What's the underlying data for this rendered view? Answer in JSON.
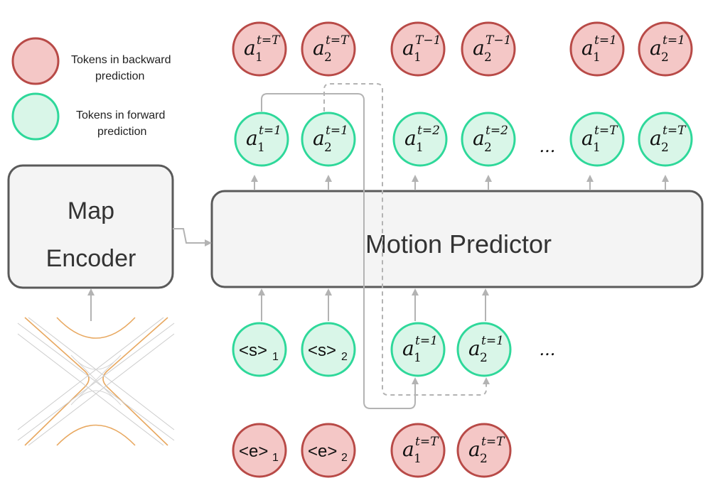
{
  "legend": {
    "backward_label_line1": "Tokens in backward",
    "backward_label_line2": "prediction",
    "forward_label_line1": "Tokens in forward",
    "forward_label_line2": "prediction"
  },
  "map_encoder": {
    "line1": "Map",
    "line2": "Encoder"
  },
  "motion_predictor": {
    "label": "Motion Predictor"
  },
  "ellipsis": "...",
  "colors": {
    "backward_fill": "#f4c7c6",
    "backward_stroke": "#b84a47",
    "forward_fill": "#d9f6e8",
    "forward_stroke": "#2ed89a",
    "box_fill": "#f4f4f4",
    "box_stroke": "#5a5a5a",
    "arrow": "#b3b3b3",
    "road": "#e8a860"
  },
  "tokens": {
    "output_backward": [
      {
        "main": "a",
        "sup": "t=T",
        "sub": "1"
      },
      {
        "main": "a",
        "sup": "t=T",
        "sub": "2"
      },
      {
        "main": "a",
        "sup": "T−1",
        "sub": "1"
      },
      {
        "main": "a",
        "sup": "T−1",
        "sub": "2"
      },
      {
        "main": "a",
        "sup": "t=1",
        "sub": "1"
      },
      {
        "main": "a",
        "sup": "t=1",
        "sub": "2"
      }
    ],
    "output_forward": [
      {
        "main": "a",
        "sup": "t=1",
        "sub": "1"
      },
      {
        "main": "a",
        "sup": "t=1",
        "sub": "2"
      },
      {
        "main": "a",
        "sup": "t=2",
        "sub": "1"
      },
      {
        "main": "a",
        "sup": "t=2",
        "sub": "2"
      },
      {
        "main": "a",
        "sup": "t=T",
        "sub": "1"
      },
      {
        "main": "a",
        "sup": "t=T",
        "sub": "2"
      }
    ],
    "input_forward": [
      {
        "main": "<s>",
        "sub": "1"
      },
      {
        "main": "<s>",
        "sub": "2"
      },
      {
        "main": "a",
        "sup": "t=1",
        "sub": "1"
      },
      {
        "main": "a",
        "sup": "t=1",
        "sub": "2"
      }
    ],
    "input_backward": [
      {
        "main": "<e>",
        "sub": "1"
      },
      {
        "main": "<e>",
        "sub": "2"
      },
      {
        "main": "a",
        "sup": "t=T",
        "sub": "1"
      },
      {
        "main": "a",
        "sup": "t=T",
        "sub": "2"
      }
    ]
  }
}
